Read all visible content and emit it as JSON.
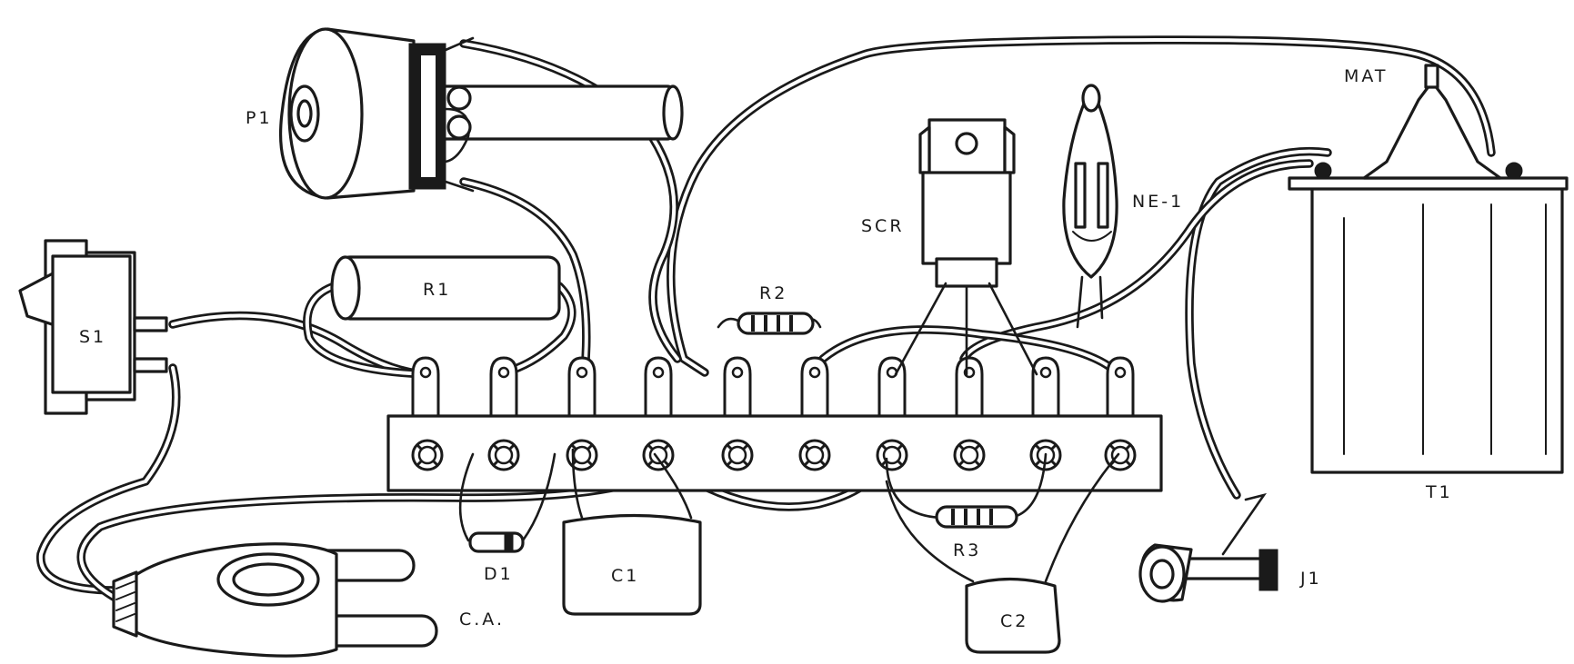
{
  "labels": {
    "p1": "P1",
    "r1": "R1",
    "s1": "S1",
    "r2": "R2",
    "scr": "SCR",
    "ne1": "NE-1",
    "mat": "MAT",
    "t1": "T1",
    "d1": "D1",
    "c1": "C1",
    "r3": "R3",
    "c2": "C2",
    "j1": "J1",
    "ca": "C.A."
  }
}
